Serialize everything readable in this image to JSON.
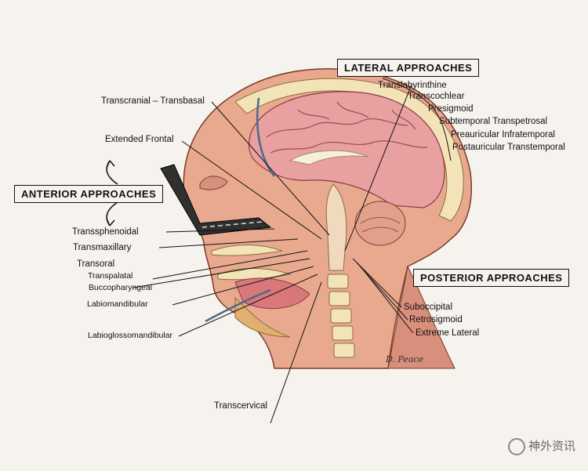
{
  "headings": {
    "lateral": "LATERAL APPROACHES",
    "anterior": "ANTERIOR APPROACHES",
    "posterior": "POSTERIOR APPROACHES"
  },
  "lateral_labels": [
    "Translabyrinthine",
    "Transcochlear",
    "Presigmoid",
    "Subtemporal Transpetrosal",
    "Preauricular Infratemporal",
    "Postauricular Transtemporal"
  ],
  "top_labels": {
    "transcranial": "Transcranial – Transbasal",
    "extended_frontal": "Extended Frontal"
  },
  "anterior_labels": [
    "Transsphenoidal",
    "Transmaxillary",
    "Transoral",
    "Transpalatal",
    "Buccopharyngeal",
    "Labiomandibular",
    "Labioglossomandibular",
    "Transcervical"
  ],
  "posterior_labels": [
    "Suboccipital",
    "Retrosigmoid",
    "Extreme Lateral"
  ],
  "signature": "D. Peace",
  "watermark": "神外资讯"
}
